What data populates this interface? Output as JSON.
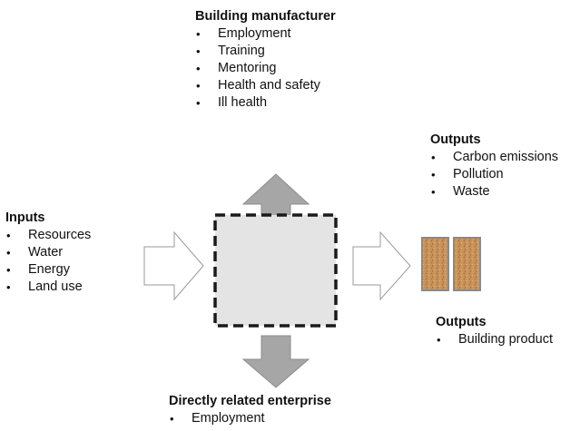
{
  "blocks": {
    "manufacturer": {
      "heading": "Building manufacturer",
      "items": [
        "Employment",
        "Training",
        "Mentoring",
        "Health and safety",
        "Ill health"
      ]
    },
    "inputs": {
      "heading": "Inputs",
      "items": [
        "Resources",
        "Water",
        "Energy",
        "Land use"
      ]
    },
    "outputs_top": {
      "heading": "Outputs",
      "items": [
        "Carbon emissions",
        "Pollution",
        "Waste"
      ]
    },
    "outputs_bottom": {
      "heading": "Outputs",
      "items": [
        "Building product"
      ]
    },
    "enterprise": {
      "heading": "Directly related enterprise",
      "items": [
        "Employment"
      ]
    }
  },
  "colors": {
    "arrow_fill_grey": "#a6a6a6",
    "arrow_stroke_grey": "#8c8c8c",
    "arrow_outline": "#9a9a9a",
    "box_fill": "#e4e4e4",
    "box_border": "#1a1a1a",
    "product_fill": "#c8925a",
    "product_border": "#8a8a8a"
  }
}
